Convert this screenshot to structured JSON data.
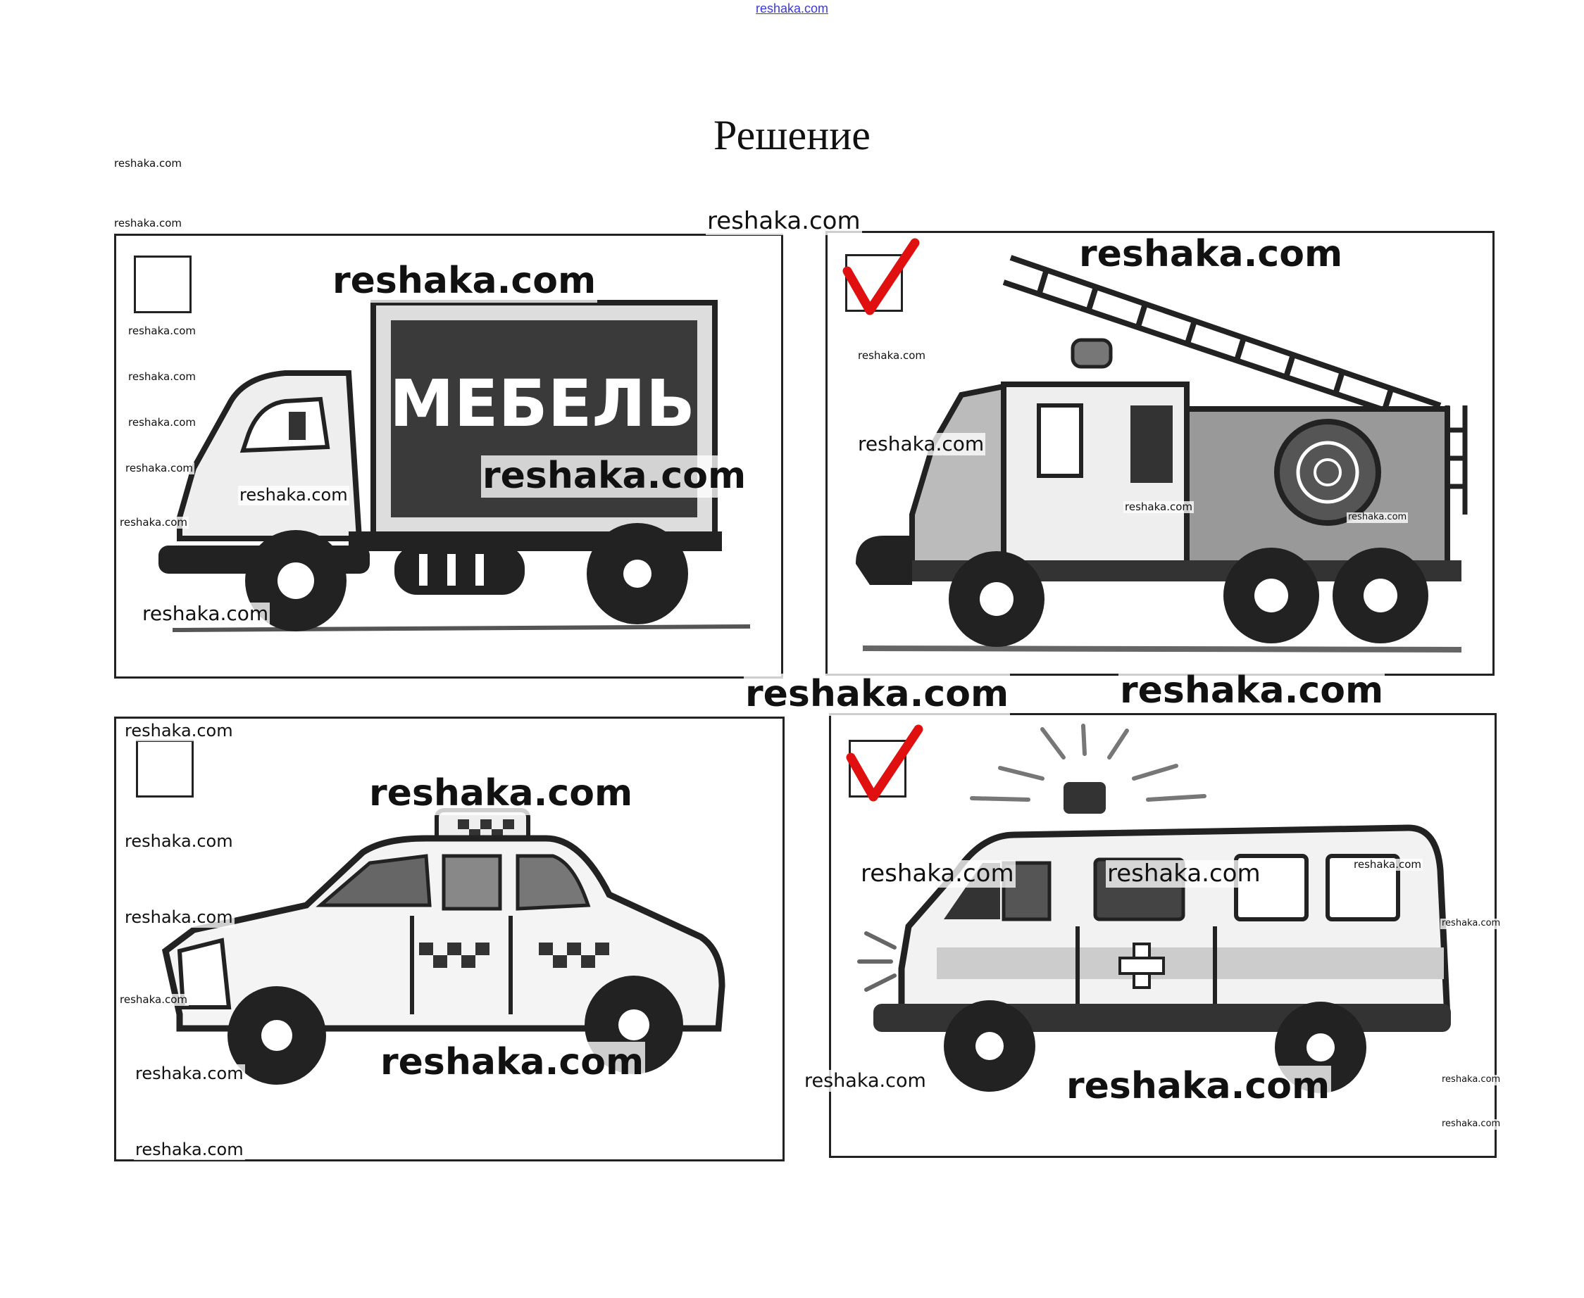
{
  "header": {
    "site_link": "reshaka.com"
  },
  "title": "Решение",
  "panels": [
    {
      "vehicle": "furniture-truck",
      "sign_text": "МЕБЕЛЬ",
      "checked": false
    },
    {
      "vehicle": "fire-truck",
      "checked": true
    },
    {
      "vehicle": "taxi",
      "checked": false
    },
    {
      "vehicle": "ambulance",
      "checked": true
    }
  ],
  "watermark": "reshaka.com",
  "colors": {
    "checkmark": "#e01010",
    "ink": "#222222",
    "link": "#3b3bd6"
  }
}
